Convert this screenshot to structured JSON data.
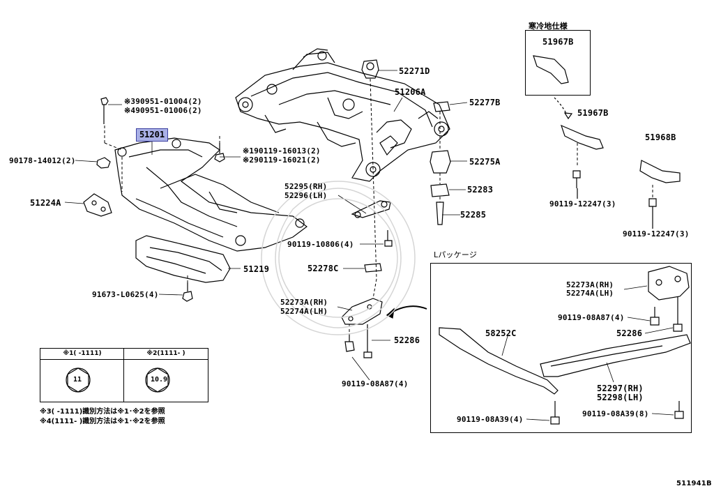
{
  "diagram_id": "511941B",
  "highlight_part": "51201",
  "parts": {
    "p52271D": "52271D",
    "p51206A": "51206A",
    "p52277B": "52277B",
    "p52275A": "52275A",
    "p52283": "52283",
    "p52285": "52285",
    "p52295": "52295(RH)",
    "p52296": "52296(LH)",
    "p90119_10806": "90119-10806(4)",
    "p52278C": "52278C",
    "p52273A": "52273A(RH)",
    "p52274A": "52274A(LH)",
    "p52286": "52286",
    "p90119_08A87": "90119-08A87(4)",
    "p51201": "51201",
    "p90178": "90178-14012(2)",
    "p51224A": "51224A",
    "p51219": "51219",
    "p91673": "91673-L0625(4)",
    "ref1": "※390951-01004(2)",
    "ref2": "※490951-01006(2)",
    "ref3": "※190119-16013(2)",
    "ref4": "※290119-16021(2)",
    "cold_label": "寒冷地仕様",
    "p51967B_a": "51967B",
    "p51967B_b": "51967B",
    "p51968B": "51968B",
    "p90119_12247_a": "90119-12247(3)",
    "p90119_12247_b": "90119-12247(3)",
    "l_package": "Lパッケージ",
    "box_52273A": "52273A(RH)",
    "box_52274A": "52274A(LH)",
    "box_90119_08A87": "90119-08A87(4)",
    "box_52286": "52286",
    "p58252C": "58252C",
    "p52297": "52297(RH)",
    "p52298": "52298(LH)",
    "box_90119_08A39_a": "90119-08A39(4)",
    "box_90119_08A39_b": "90119-08A39(8)"
  },
  "table": {
    "col1_header": "※1(  -1111)",
    "col2_header": "※2(1111-  )",
    "bolt1": "11",
    "bolt2": "10.9"
  },
  "notes": {
    "note1": "※3(  -1111)識別方法は※1･※2を参照",
    "note2": "※4(1111-  )識別方法は※1･※2を参照"
  }
}
